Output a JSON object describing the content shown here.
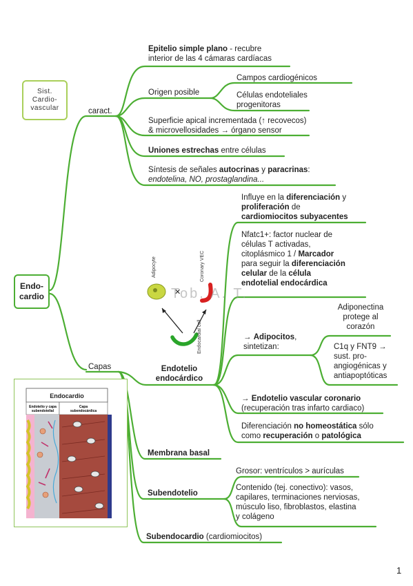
{
  "root": {
    "label": "Endo-\ncardio"
  },
  "sist_box": {
    "label": "Sist.\nCardio-\nvascular"
  },
  "caract": {
    "label": "caract.",
    "epitelio": {
      "bold": "Epitelio simple plano",
      "rest": " - recubre",
      "line2": "interior de las 4 cámaras cardíacas"
    },
    "origen": {
      "label": "Origen posible",
      "campos": "Campos cardiogénicos",
      "celulas_l1": "Células endoteliales",
      "celulas_l2": "progenitoras"
    },
    "superficie": {
      "l1": "Superficie apical incrementada (↑ recovecos)",
      "l2": "& microvellosidades → órgano sensor"
    },
    "uniones": {
      "bold": "Uniones estrechas",
      "rest": " entre células"
    },
    "sintesis": {
      "l1_a": "Síntesis de señales ",
      "l1_b1": "autocrinas",
      "l1_c": " y ",
      "l1_b2": "paracrinas",
      "l1_d": ":",
      "l2": "endotelina, NO, prostaglandina..."
    }
  },
  "capas": {
    "label": "Capas",
    "endotelio": {
      "label_l1": "Endotelio",
      "label_l2": "endocárdico",
      "influye": {
        "l1_a": "Influye en la ",
        "l1_b": "diferenciación",
        "l1_c": " y",
        "l2_a": "proliferación",
        "l2_b": " de",
        "l3": "cardiomiocitos subyacentes"
      },
      "nfatc": {
        "l1": "Nfatc1+: factor nuclear de",
        "l2": "células T activadas,",
        "l3_a": "citoplásmico 1 / ",
        "l3_b": "Marcador",
        "l4_a": "para seguir la ",
        "l4_b": "diferenciación",
        "l5_a": "celular",
        "l5_b": " de la ",
        "l5_c": "célula",
        "l6": "endotelial endocárdica"
      },
      "adipocitos": {
        "l1_a": "→ ",
        "l1_b": "Adipocitos",
        "l1_c": ",",
        "l2": "sintetizan:",
        "adipo_l1": "Adiponectina",
        "adipo_l2": "protege al",
        "adipo_l3": "corazón",
        "c1q_l1": "C1q y FNT9 →",
        "c1q_l2": "sust. pro-",
        "c1q_l3": "angiogénicas y",
        "c1q_l4": "antiapoptóticas"
      },
      "vascular": {
        "l1_a": "→ ",
        "l1_b": "Endotelio vascular coronario",
        "l2": "(recuperación tras infarto cardiaco)"
      },
      "diferenciacion": {
        "l1_a": "Diferenciación ",
        "l1_b": "no homeostática",
        "l1_c": " sólo",
        "l2_a": "como ",
        "l2_b": "recuperación",
        "l2_c": " o ",
        "l2_d": "patológica"
      }
    },
    "membrana": "Membrana basal",
    "subendotelio": {
      "label": "Subendotelio",
      "grosor": "Grosor: ventrículos > aurículas",
      "contenido_l1": "Contenido (tej. conectivo): vasos,",
      "contenido_l2": "capilares, terminaciones nerviosas,",
      "contenido_l3": "músculo liso, fibroblastos, elastina",
      "contenido_l4": "y colágeno"
    },
    "subendocardio": {
      "bold": "Subendocardio",
      "rest": " (cardiomiocitos)"
    }
  },
  "fig_diff": {
    "adipocyte": "Adipocyte",
    "coronary": "Coronary VEC",
    "endocardial": "Endocardial cell",
    "cross": "✕"
  },
  "watermark": "Tob. A. T.",
  "fig_endo": {
    "title": "Endocardio",
    "col1_l1": "Endotelio y capa",
    "col1_l2": "subendotelial",
    "col2_l1": "Capa",
    "col2_l2": "subendocárdica"
  },
  "page_number": "1",
  "colors": {
    "branch": "#4cae33",
    "sist": "#a9cf5a"
  }
}
